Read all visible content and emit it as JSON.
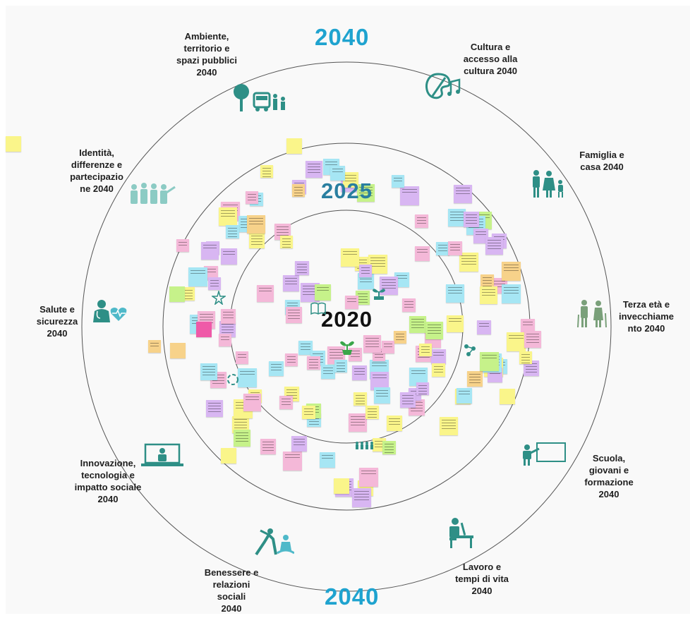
{
  "rings": {
    "outer_top": "2040",
    "outer_bottom": "2040",
    "middle": "2025",
    "center": "2020"
  },
  "themes": [
    {
      "id": "ambiente",
      "text": "Ambiente,\nterritorio e\nspazi pubblici\n2040",
      "icon": "tree-bus-people-icon"
    },
    {
      "id": "cultura",
      "text": "Cultura e\naccesso alla\ncultura  2040",
      "icon": "palette-music-icon"
    },
    {
      "id": "famiglia",
      "text": "Famiglia e\ncasa 2040",
      "icon": "family-icon"
    },
    {
      "id": "terza",
      "text": "Terza età e\ninvecchiame\nnto 2040",
      "icon": "elderly-couple-icon"
    },
    {
      "id": "scuola",
      "text": "Scuola,\ngiovani e\nformazione\n2040",
      "icon": "teacher-board-icon"
    },
    {
      "id": "lavoro",
      "text": "Lavoro e\ntempi di vita\n2040",
      "icon": "desk-worker-icon"
    },
    {
      "id": "benessere",
      "text": "Benessere e\nrelazioni\nsociali\n2040",
      "icon": "yoga-icon"
    },
    {
      "id": "innovazione",
      "text": "Innovazione,\ntecnologia e\nimpatto sociale\n2040",
      "icon": "laptop-icon"
    },
    {
      "id": "salute",
      "text": "Salute e\nsicurezza\n2040",
      "icon": "doctor-heart-icon"
    },
    {
      "id": "identita",
      "text": "Identità,\ndifferenze e\npartecipazio\nne  2040",
      "icon": "group-people-icon"
    }
  ],
  "colors": {
    "teal": "#2e8f86",
    "blue_year": "#1fa3cf",
    "note_yellow": "#faf58a",
    "note_pink": "#f4b8d8",
    "note_purple": "#d8b6f2",
    "note_cyan": "#a6e6f4",
    "note_green": "#c6f28a",
    "note_orange": "#f7d28a",
    "note_magenta": "#ef5aa8"
  }
}
